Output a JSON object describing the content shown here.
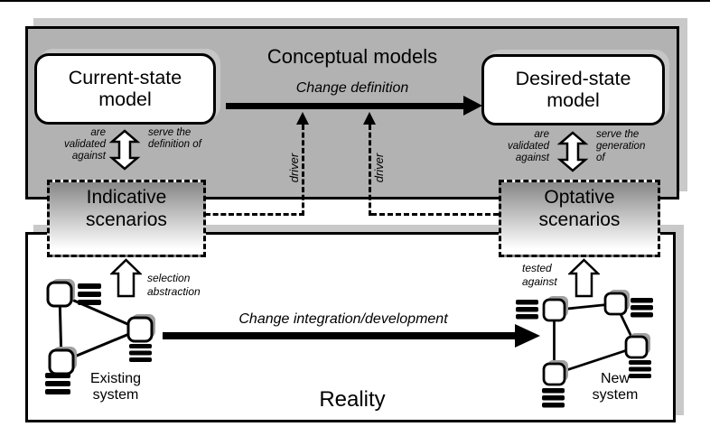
{
  "diagram": {
    "conceptual": {
      "title": "Conceptual models",
      "current_state_model": "Current-state model",
      "desired_state_model": "Desired-state model",
      "change_arrow_label": "Change definition",
      "left_link_left_text": "are validated against",
      "left_link_right_text": "serve the definition of",
      "right_link_left_text": "are validated against",
      "right_link_right_text": "serve the generation of",
      "driver_label_1": "driver",
      "driver_label_2": "driver"
    },
    "scenarios": {
      "indicative": "Indicative scenarios",
      "optative": "Optative scenarios",
      "selection_label": "selection abstraction",
      "tested_label": "tested against"
    },
    "reality": {
      "title": "Reality",
      "change_arrow_label": "Change integration/development",
      "existing_system_label": "Existing system",
      "new_system_label": "New system"
    },
    "colors": {
      "panel_gray": "#b2b2b2",
      "panel_shadow": "#c9c9c9",
      "box_shadow": "#c6c6c6",
      "scenario_top": "#878787",
      "scenario_bottom": "#ffffff",
      "node_shadow": "#a0a0a0",
      "ink": "#000000"
    }
  }
}
